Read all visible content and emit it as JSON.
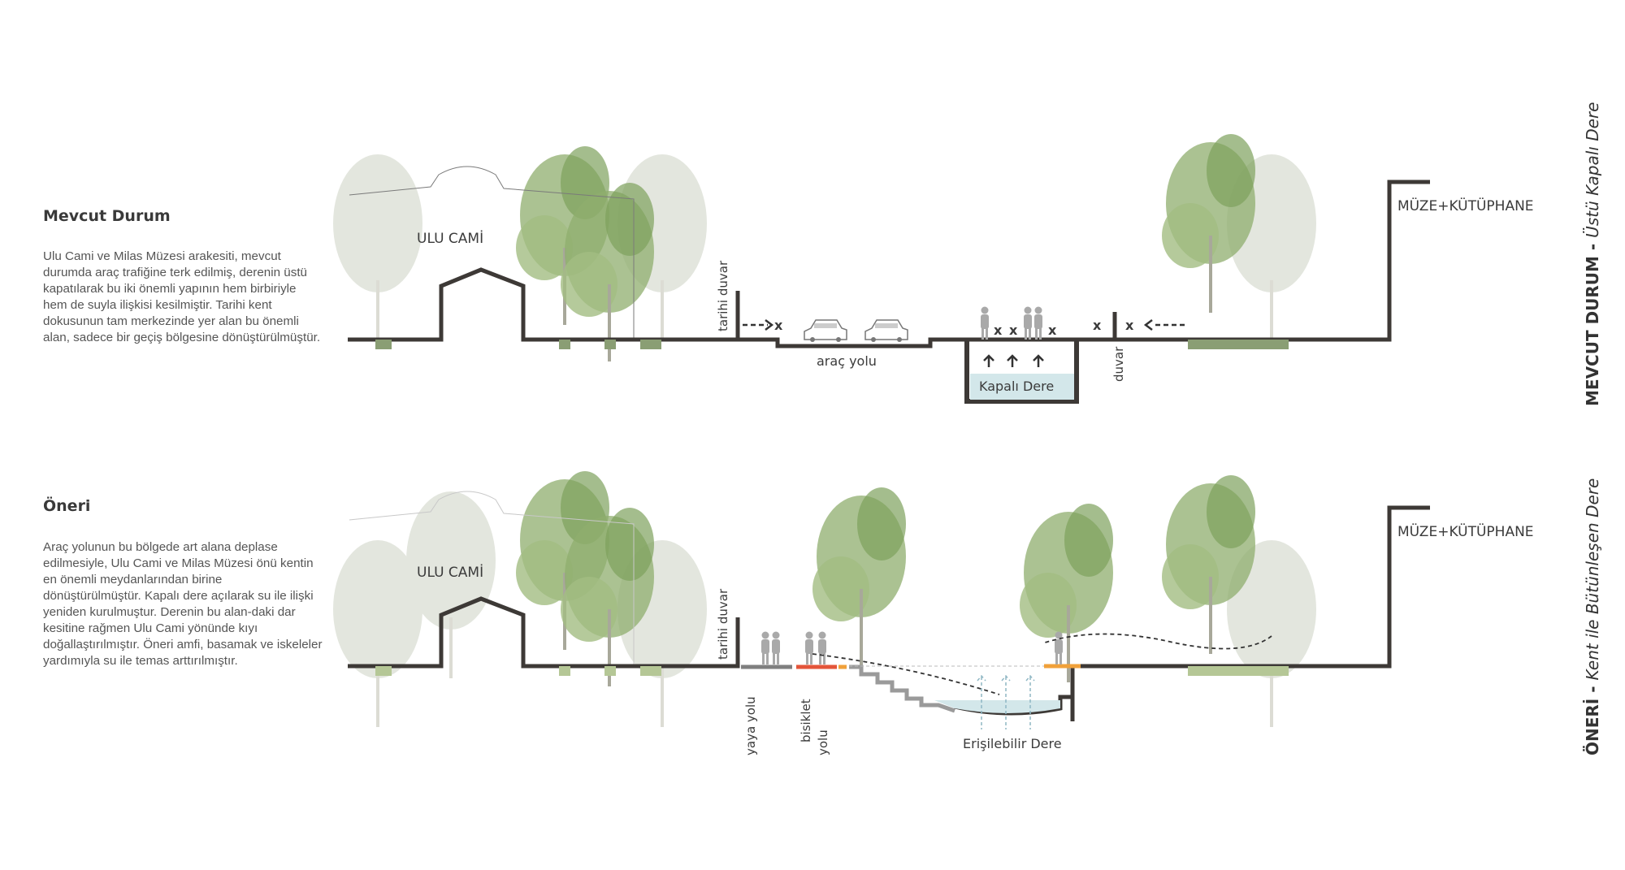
{
  "mevcut": {
    "title": "Mevcut Durum",
    "description": "Ulu Cami ve Milas Müzesi arakesiti, mevcut durumda araç trafiğine terk edilmiş, derenin üstü kapatılarak bu iki önemli yapının hem birbiriyle hem de suyla ilişkisi kesilmiştir. Tarihi kent dokusunun tam merkezinde yer alan bu önemli alan, sadece bir geçiş bölgesine dönüştürülmüştür.",
    "labels": {
      "ulu_cami": "ULU CAMİ",
      "tarihi_duvar": "tarihi duvar",
      "arac_yolu": "araç yolu",
      "kapali_dere": "Kapalı Dere",
      "duvar": "duvar",
      "muze": "MÜZE+KÜTÜPHANE"
    },
    "side_label": {
      "bold": "MEVCUT DURUM",
      "sep": " - ",
      "italic": "Üstü Kapalı Dere"
    }
  },
  "oneri": {
    "title": "Öneri",
    "description": "Araç yolunun bu bölgede art alana deplase edilmesiyle, Ulu Cami ve Milas Müzesi önü kentin en önemli meydanlarından birine dönüştürülmüştür. Kapalı dere açılarak su ile ilişki yeniden kurulmuştur. Derenin bu alan-daki dar kesitine rağmen Ulu Cami yönünde kıyı doğallaştırılmıştır. Öneri amfi, basamak ve iskeleler yardımıyla su ile temas arttırılmıştır.",
    "labels": {
      "ulu_cami": "ULU CAMİ",
      "tarihi_duvar": "tarihi duvar",
      "yaya_yolu": "yaya yolu",
      "bisiklet_1": "bisiklet",
      "bisiklet_2": "yolu",
      "erisilebilir_dere": "Erişilebilir Dere",
      "muze": "MÜZE+KÜTÜPHANE"
    },
    "side_label": {
      "bold": "ÖNERİ",
      "sep": " - ",
      "italic": "Kent ile Bütünleşen Dere"
    }
  },
  "colors": {
    "ground_line": "#3d3936",
    "planter_dark": "#8a9e74",
    "planter_light": "#b5c796",
    "tree_green": "#8fae6d",
    "tree_faint": "#dfe3da",
    "water": "#d3e7ea",
    "bike_lane": "#e4553a",
    "deck_orange": "#f0a13a",
    "walkway": "#7f7f7f"
  }
}
